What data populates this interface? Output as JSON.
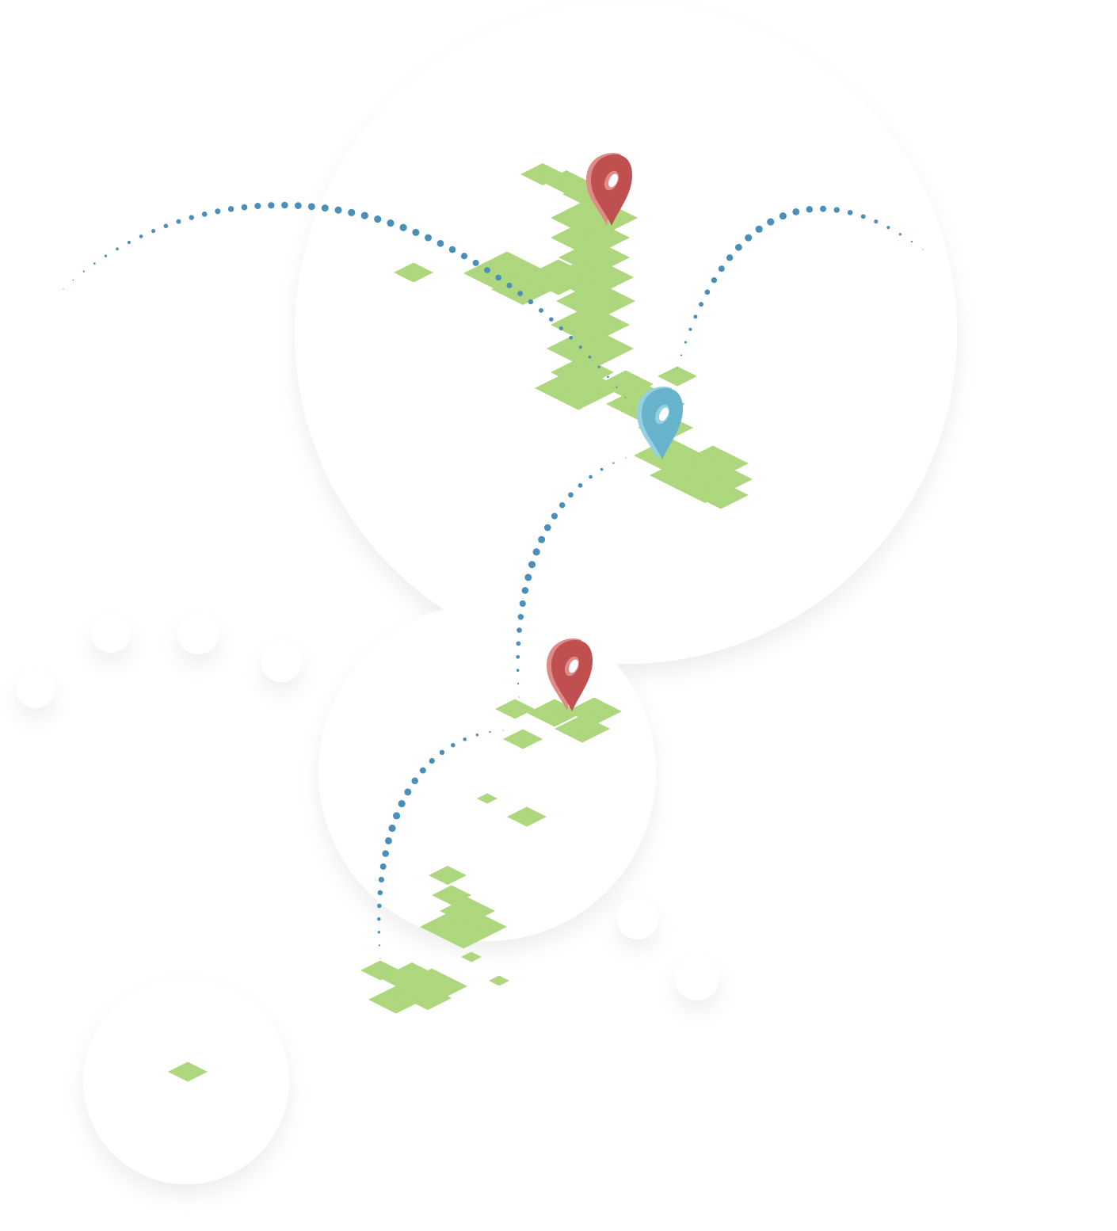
{
  "colors": {
    "background": "#ffffff",
    "land": "#a6d16f",
    "route_dots": "#4a8fb8",
    "pin_red": "#c0504f",
    "pin_red_light": "#e08b88",
    "pin_blue": "#67b3cb",
    "pin_blue_light": "#93d1e2"
  },
  "markers": [
    {
      "name": "red-pin-north",
      "color": "red"
    },
    {
      "name": "blue-pin-center",
      "color": "blue"
    },
    {
      "name": "red-pin-south",
      "color": "red"
    }
  ]
}
